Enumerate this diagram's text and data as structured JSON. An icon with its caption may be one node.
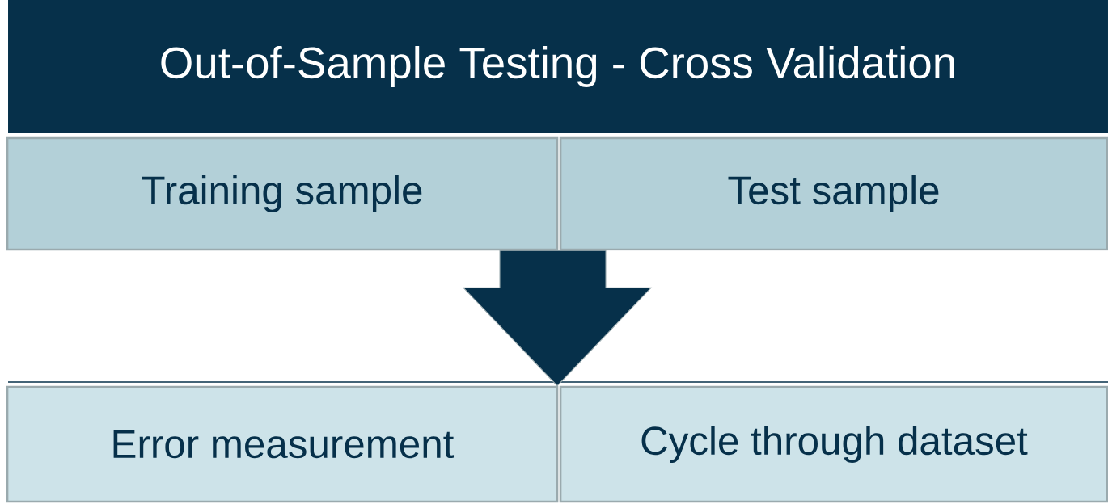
{
  "diagram": {
    "title": "Out-of-Sample Testing - Cross Validation",
    "nodes": [
      {
        "text": [
          "Training sample"
        ]
      },
      {
        "text": [
          "Test sample"
        ]
      },
      {
        "text": [
          "Error measurement"
        ]
      },
      {
        "text": [
          "Cycle through dataset"
        ]
      }
    ],
    "edges": [
      {
        "from": 0,
        "to": 2,
        "arrow": "to"
      },
      {
        "from": 0,
        "to": 3,
        "arrow": "to"
      },
      {
        "from": 1,
        "to": 2,
        "arrow": "to"
      },
      {
        "from": 1,
        "to": 3,
        "arrow": "to"
      }
    ]
  }
}
